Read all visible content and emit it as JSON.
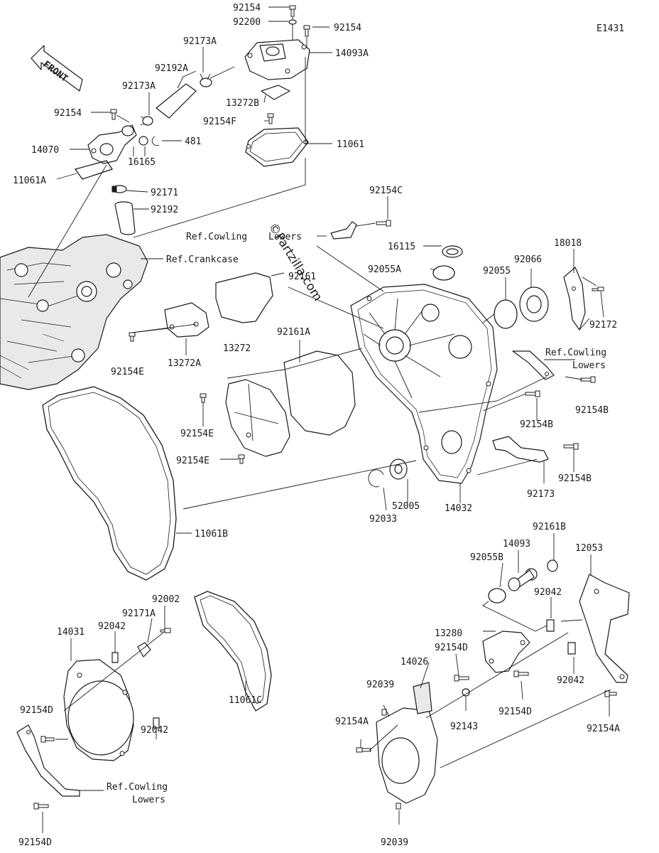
{
  "diagram_code": "E1431",
  "front_label": "FRONT",
  "watermark": "©Partzilla.com",
  "labels": {
    "l_92154_top": "92154",
    "l_92200": "92200",
    "l_92154_tr": "92154",
    "l_14093A": "14093A",
    "l_92173A_a": "92173A",
    "l_92192A": "92192A",
    "l_92173A_b": "92173A",
    "l_13272B": "13272B",
    "l_92154F": "92154F",
    "l_92154_left": "92154",
    "l_481": "481",
    "l_14070": "14070",
    "l_11061": "11061",
    "l_16165": "16165",
    "l_11061A": "11061A",
    "l_92171": "92171",
    "l_92192": "92192",
    "l_92154C": "92154C",
    "l_16115": "16115",
    "l_18018": "18018",
    "l_92055A": "92055A",
    "l_92055": "92055",
    "l_92066": "92066",
    "l_ref_crankcase": "Ref.Crankcase",
    "l_92161": "92161",
    "l_92172": "92172",
    "l_92161A": "92161A",
    "l_13272": "13272",
    "l_92154E_a": "92154E",
    "l_13272A": "13272A",
    "l_92154E_b": "92154E",
    "l_92154E_c": "92154E",
    "l_92154B_a": "92154B",
    "l_92154B_b": "92154B",
    "l_92154B_c": "92154B",
    "l_92173": "92173",
    "l_52005": "52005",
    "l_14032": "14032",
    "l_92033": "92033",
    "l_11061B": "11061B",
    "l_92161B": "92161B",
    "l_14093": "14093",
    "l_12053": "12053",
    "l_92055B": "92055B",
    "l_92042_a": "92042",
    "l_92002": "92002",
    "l_92171A": "92171A",
    "l_14031": "14031",
    "l_92042_b": "92042",
    "l_13280": "13280",
    "l_92154D_a": "92154D",
    "l_14026": "14026",
    "l_92042_c": "92042",
    "l_92039_a": "92039",
    "l_92154D_b": "92154D",
    "l_92154A_a": "92154A",
    "l_92143": "92143",
    "l_92154D_c": "92154D",
    "l_11061C": "11061C",
    "l_92042_d": "92042",
    "l_92154A_b": "92154A",
    "l_92154D_d": "92154D",
    "l_92039_b": "92039"
  },
  "ref_cowling_top": [
    "Ref.Cowling",
    "Lowers"
  ],
  "ref_cowling_right": [
    "Ref.Cowling",
    "Lowers"
  ],
  "ref_cowling_bottom": [
    "Ref.Cowling",
    "Lowers"
  ]
}
